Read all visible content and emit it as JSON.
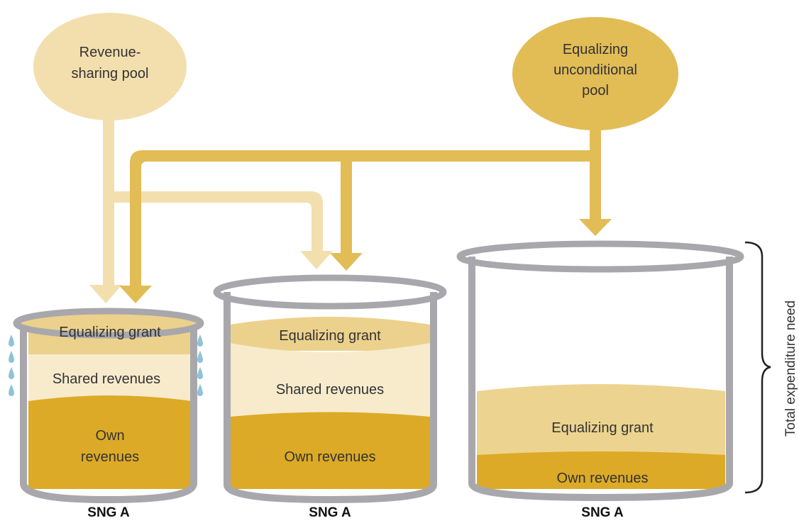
{
  "pools": {
    "revenue_sharing": {
      "line1": "Revenue-",
      "line2": "sharing pool"
    },
    "equalizing": {
      "line1": "Equalizing",
      "line2": "unconditional",
      "line3": "pool"
    }
  },
  "containers": [
    {
      "label": "SNG A",
      "layers": {
        "grant": "Equalizing grant",
        "shared": "Shared revenues",
        "own_line1": "Own",
        "own_line2": "revenues"
      }
    },
    {
      "label": "SNG A",
      "layers": {
        "grant": "Equalizing grant",
        "shared": "Shared revenues",
        "own": "Own revenues"
      }
    },
    {
      "label": "SNG A",
      "layers": {
        "grant": "Equalizing grant",
        "own": "Own revenues"
      }
    }
  ],
  "brace_label": "Total expenditure need",
  "colors": {
    "light_flow": "#f3dfae",
    "dark_flow": "#e2bc55",
    "own": "#dcaa26",
    "shared": "#f7ebcc",
    "grant": "#ecd18d",
    "grant_large": "#ecd490",
    "rim": "#a8a8ac",
    "drop": "#8ec3d9"
  }
}
